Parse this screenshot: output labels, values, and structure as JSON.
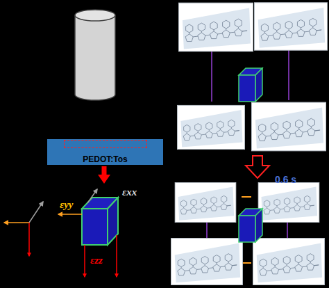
{
  "diagram": {
    "nodes": [
      {
        "text": [
          "PEDOT:Tos"
        ]
      }
    ],
    "labels": [
      "εxx",
      "εyy",
      "εzz",
      "0.6 s"
    ]
  }
}
